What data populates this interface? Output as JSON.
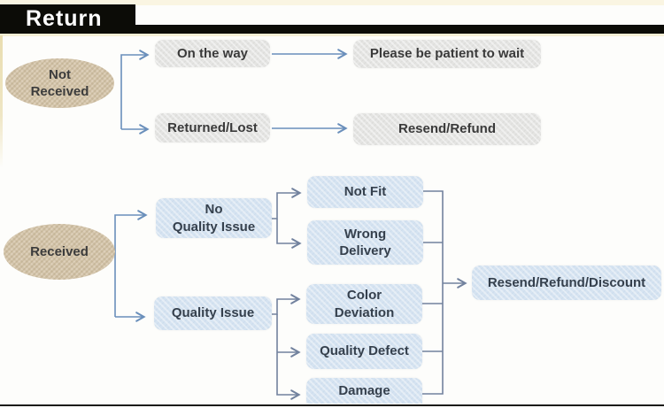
{
  "title": {
    "banner_label": "Return"
  },
  "colors": {
    "banner_bg": "#0c0c07",
    "banner_text": "#ffffff",
    "arrow_blue": "#6a8fbb",
    "arrow_gray": "#72829e",
    "gray_box_bg": "#e4e4e2",
    "blue_box_bg": "#d5e3f1",
    "ellipse_bg": "#d9cab0"
  },
  "flowchart": {
    "nodes": {
      "not_received": {
        "label": "Not\nReceived"
      },
      "on_the_way": {
        "label": "On the way"
      },
      "please_wait": {
        "label": "Please be patient to wait"
      },
      "returned_lost": {
        "label": "Returned/Lost"
      },
      "resend_refund": {
        "label": "Resend/Refund"
      },
      "received": {
        "label": "Received"
      },
      "no_quality_issue": {
        "label": "No\nQuality Issue"
      },
      "quality_issue": {
        "label": "Quality Issue"
      },
      "not_fit": {
        "label": "Not Fit"
      },
      "wrong_delivery": {
        "label": "Wrong\nDelivery"
      },
      "color_deviation": {
        "label": "Color\nDeviation"
      },
      "quality_defect": {
        "label": "Quality Defect"
      },
      "damage": {
        "label": "Damage"
      },
      "resend_refund_discount": {
        "label": "Resend/Refund/Discount"
      }
    },
    "edges": [
      "Not Received -> On the way",
      "Not Received -> Returned/Lost",
      "On the way -> Please be patient to wait",
      "Returned/Lost -> Resend/Refund",
      "Received -> No Quality Issue",
      "Received -> Quality Issue",
      "No Quality Issue -> Not Fit",
      "No Quality Issue -> Wrong Delivery",
      "Quality Issue -> Color Deviation",
      "Quality Issue -> Quality Defect",
      "Quality Issue -> Damage",
      "Not Fit -> Resend/Refund/Discount",
      "Wrong Delivery -> Resend/Refund/Discount",
      "Color Deviation -> Resend/Refund/Discount",
      "Quality Defect -> Resend/Refund/Discount",
      "Damage -> Resend/Refund/Discount"
    ]
  }
}
